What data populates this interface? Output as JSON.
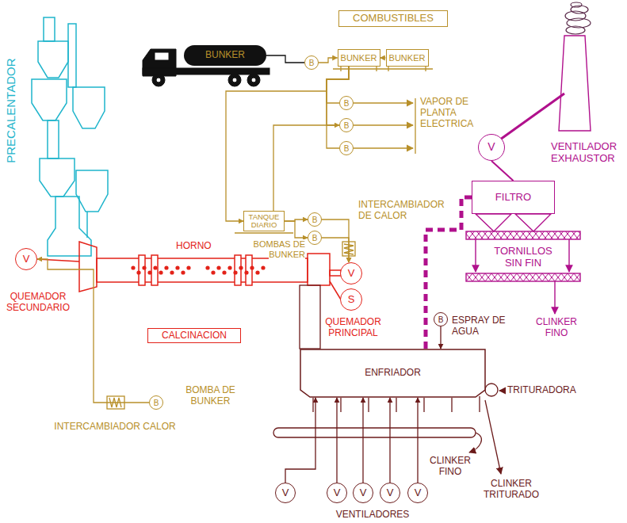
{
  "diagram": {
    "nodes": [
      {
        "text": [
          "COMBUSTIBLES"
        ]
      },
      {
        "text": [
          "BUNKER"
        ]
      },
      {
        "text": [
          "B"
        ]
      },
      {
        "text": [
          "BUNKER"
        ]
      },
      {
        "text": [
          "BUNKER"
        ]
      },
      {
        "text": [
          "B"
        ]
      },
      {
        "text": [
          "B"
        ]
      },
      {
        "text": [
          "B"
        ]
      },
      {
        "text": [
          "TANQUE DIARIO"
        ]
      },
      {
        "text": [
          "B"
        ]
      },
      {
        "text": [
          "B"
        ]
      },
      {
        "text": [
          "CALCINACION"
        ]
      },
      {
        "text": [
          "V"
        ]
      },
      {
        "text": [
          "V"
        ]
      },
      {
        "text": [
          "S"
        ]
      },
      {
        "text": [
          "B"
        ]
      },
      {
        "text": [
          "ENFRIADOR"
        ]
      },
      {
        "text": [
          "B"
        ]
      },
      {
        "text": [
          "FILTRO"
        ]
      },
      {
        "text": [
          "V"
        ]
      },
      {
        "text": [
          "V"
        ]
      },
      {
        "text": [
          "V"
        ]
      },
      {
        "text": [
          "V"
        ]
      },
      {
        "text": [
          "V"
        ]
      },
      {
        "text": [
          "V"
        ]
      }
    ],
    "edges": [
      {
        "from": 1,
        "to": 2,
        "arrow": "none"
      },
      {
        "from": 2,
        "to": 3,
        "arrow": "to"
      },
      {
        "from": 4,
        "to": 3,
        "arrow": "to"
      },
      {
        "from": 3,
        "to": 5,
        "arrow": "none"
      },
      {
        "from": 3,
        "to": 6,
        "arrow": "none"
      },
      {
        "from": 3,
        "to": 7,
        "arrow": "none"
      },
      {
        "from": 3,
        "to": 8,
        "arrow": "to"
      },
      {
        "from": 8,
        "to": 6,
        "arrow": "to"
      },
      {
        "from": 8,
        "to": 9,
        "arrow": "to"
      },
      {
        "from": 8,
        "to": 10,
        "arrow": "to"
      },
      {
        "from": 9,
        "to": 13,
        "arrow": "to"
      },
      {
        "from": 10,
        "to": 13,
        "arrow": "to"
      },
      {
        "from": 15,
        "to": 12,
        "arrow": "to"
      },
      {
        "from": 17,
        "to": 16,
        "arrow": "to"
      },
      {
        "from": 16,
        "to": 18,
        "arrow": "none"
      },
      {
        "from": 18,
        "to": 19,
        "arrow": "none"
      },
      {
        "from": 20,
        "to": 16,
        "arrow": "to"
      },
      {
        "from": 21,
        "to": 16,
        "arrow": "to"
      },
      {
        "from": 22,
        "to": 16,
        "arrow": "to"
      },
      {
        "from": 23,
        "to": 16,
        "arrow": "to"
      },
      {
        "from": 24,
        "to": 16,
        "arrow": "to"
      }
    ],
    "labels": [
      "HORNO",
      "QUEMADOR SECUNDARIO",
      "QUEMADOR PRINCIPAL",
      "PRECALENTADOR",
      "VAPOR DE PLANTA ELECTRICA",
      "INTERCAMBIADOR DE CALOR",
      "BOMBAS DE BUNKER",
      "BOMBA DE BUNKER",
      "INTERCAMBIADOR CALOR",
      "ESPRAY DE AGUA",
      "TRITURADORA",
      "CLINKER FINO",
      "CLINKER TRITURADO",
      "VENTILADORES",
      "VENTILADOR EXHAUSTOR",
      "TORNILLOS SIN FIN",
      "CLINKER FINO"
    ]
  }
}
